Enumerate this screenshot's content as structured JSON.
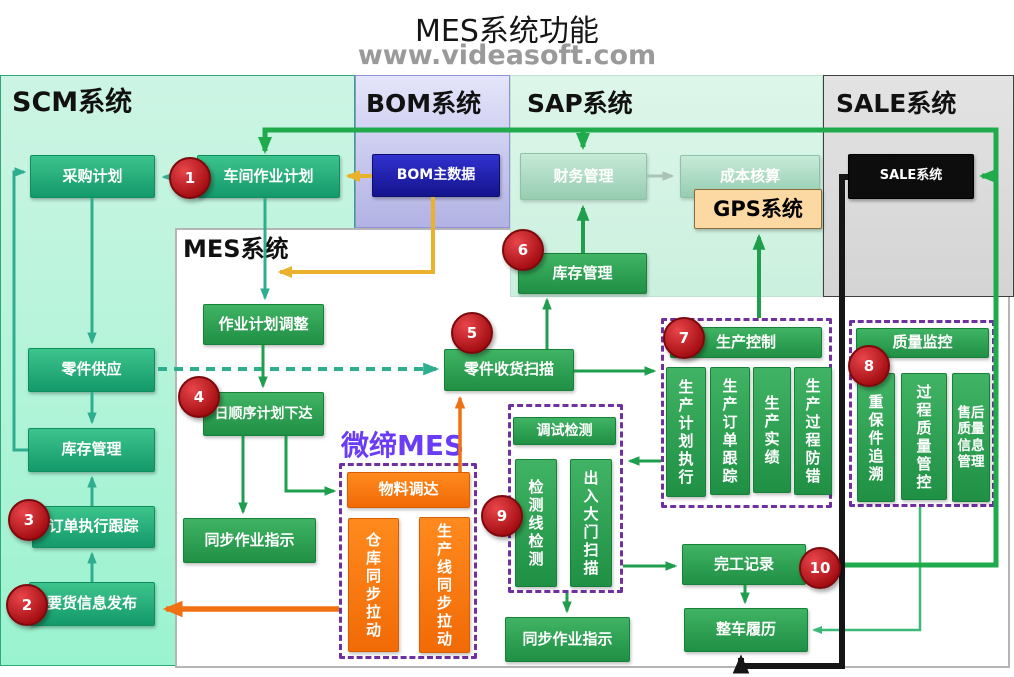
{
  "title": "MES系统功能",
  "subtitle": "www.videasoft.com",
  "badges": [
    "1",
    "2",
    "3",
    "4",
    "5",
    "6",
    "7",
    "8",
    "9",
    "10"
  ],
  "scm": {
    "label": "SCM系统",
    "boxes": {
      "purchase_plan": "采购计划",
      "workshop_plan": "车间作业计划",
      "parts_supply": "零件供应",
      "inventory": "库存管理",
      "order_tracking": "订单执行跟踪",
      "demand_release": "要货信息发布"
    }
  },
  "bom": {
    "label": "BOM系统",
    "master_data": "BOM主数据"
  },
  "sap": {
    "label": "SAP系统",
    "finance": "财务管理",
    "costing": "成本核算",
    "inventory": "库存管理"
  },
  "sale": {
    "label": "SALE系统",
    "system_box": "SALE系统"
  },
  "gps": {
    "label": "GPS系统"
  },
  "mes": {
    "label": "MES系统",
    "brand": "微缔MES",
    "plan_adjust": "作业计划调整",
    "daily_seq": "日顺序计划下达",
    "sync_inst_left": "同步作业指示",
    "parts_scan": "零件收货扫描",
    "sync_inst_bottom": "同步作业指示",
    "completion": "完工记录",
    "vehicle_history": "整车履历",
    "material_group": {
      "title": "物料调达",
      "warehouse_pull": "仓库同步拉动",
      "line_pull": "生产线同步拉动"
    },
    "test_group": {
      "title": "调试检测",
      "line_test": "检测线检测",
      "gate_scan": "出入大门扫描"
    },
    "prod_group": {
      "title": "生产控制",
      "plan_exec": "生产计划执行",
      "order_track": "生产订单跟踪",
      "actual": "生产实绩",
      "error_proof": "生产过程防错"
    },
    "quality_group": {
      "title": "质量监控",
      "key_parts_trace": "重保件追溯",
      "process_quality": "过程质量管控",
      "after_sales": "售后质量信息管理"
    }
  },
  "colors": {
    "flow_green_thick": "#1fab4b",
    "flow_teal": "#2fae8f",
    "flow_green": "#1f9e4e",
    "flow_light_green": "#3cb878",
    "flow_amber": "#eab22c",
    "flow_orange": "#f07112",
    "flow_gray": "#a9c3b4",
    "flow_black": "#161616",
    "badge_red": "#b5121b",
    "group_dash_purple": "#7030a0",
    "brand_purple": "#6a3cf5"
  }
}
